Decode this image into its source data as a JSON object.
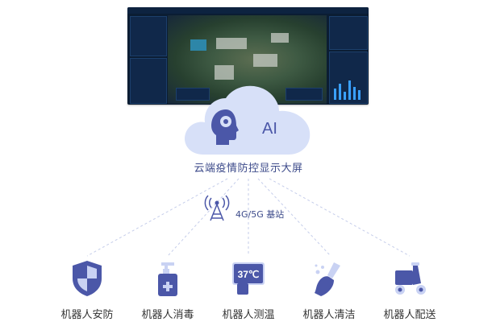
{
  "cloud": {
    "ai_label": "AI",
    "caption": "云端疫情防控显示大屏"
  },
  "tower": {
    "label": "4G/5G 基站"
  },
  "thermo": {
    "temp_text": "37℃"
  },
  "robots": [
    {
      "label": "机器人安防",
      "icon": "shield-icon"
    },
    {
      "label": "机器人消毒",
      "icon": "disinfect-spray-icon"
    },
    {
      "label": "机器人测温",
      "icon": "thermometer-icon"
    },
    {
      "label": "机器人清洁",
      "icon": "cleaning-broom-icon"
    },
    {
      "label": "机器人配送",
      "icon": "delivery-scooter-icon"
    }
  ],
  "colors": {
    "icon_dark": "#4b57a8",
    "icon_light": "#c9d2f3",
    "cloud_fill": "#d7e0f8",
    "text_blue": "#3c4a8a"
  }
}
